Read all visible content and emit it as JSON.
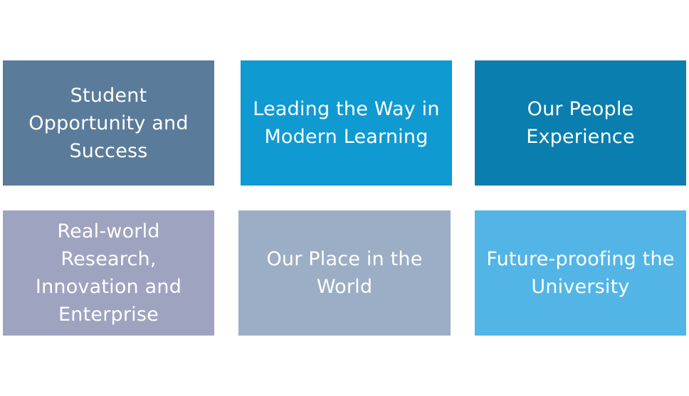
{
  "tiles": [
    {
      "label": "Student Opportunity and Success",
      "color": "#5b7b9a"
    },
    {
      "label": "Leading the Way in Modern Learning",
      "color": "#0f9ad2"
    },
    {
      "label": "Our People Experience",
      "color": "#0a7eaf"
    },
    {
      "label": "Real-world Research, Innovation and Enterprise",
      "color": "#9ea4c0"
    },
    {
      "label": "Our Place in the World",
      "color": "#9caec6"
    },
    {
      "label": "Future-proofing the University",
      "color": "#52b5e6"
    }
  ]
}
